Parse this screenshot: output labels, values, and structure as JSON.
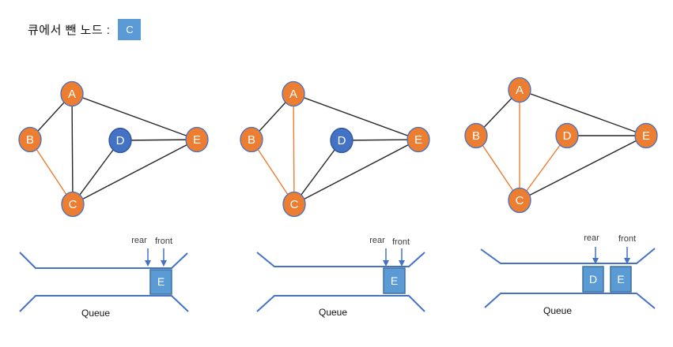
{
  "title": {
    "label": "큐에서 뺀 노드 :",
    "dequeued_node": "C"
  },
  "palette": {
    "node_orange": "#ED7D31",
    "node_blue": "#4472C4",
    "node_stroke_orange": "#4472C4",
    "node_stroke_blue": "#2F5597",
    "edge_black": "#262626",
    "edge_orange": "#ED7D31",
    "queue_line_blue": "#4472C4",
    "queue_box_fill": "#5B9BD5",
    "queue_box_stroke": "#41719C",
    "title_box_fill": "#5B9BD5"
  },
  "graphs": [
    {
      "name": "step-1",
      "nodes": [
        {
          "id": "A",
          "color": "#ED7D31",
          "stroke": "#4472C4"
        },
        {
          "id": "B",
          "color": "#ED7D31",
          "stroke": "#4472C4"
        },
        {
          "id": "C",
          "color": "#ED7D31",
          "stroke": "#4472C4"
        },
        {
          "id": "D",
          "color": "#4472C4",
          "stroke": "#2F5597"
        },
        {
          "id": "E",
          "color": "#ED7D31",
          "stroke": "#4472C4"
        }
      ],
      "edges": [
        {
          "from": "A",
          "to": "B",
          "color": "#262626"
        },
        {
          "from": "A",
          "to": "C",
          "color": "#262626"
        },
        {
          "from": "A",
          "to": "E",
          "color": "#262626"
        },
        {
          "from": "B",
          "to": "C",
          "color": "#ED7D31"
        },
        {
          "from": "C",
          "to": "D",
          "color": "#262626"
        },
        {
          "from": "C",
          "to": "E",
          "color": "#262626"
        },
        {
          "from": "D",
          "to": "E",
          "color": "#262626"
        }
      ]
    },
    {
      "name": "step-2",
      "nodes": [
        {
          "id": "A",
          "color": "#ED7D31",
          "stroke": "#4472C4"
        },
        {
          "id": "B",
          "color": "#ED7D31",
          "stroke": "#4472C4"
        },
        {
          "id": "C",
          "color": "#ED7D31",
          "stroke": "#4472C4"
        },
        {
          "id": "D",
          "color": "#4472C4",
          "stroke": "#2F5597"
        },
        {
          "id": "E",
          "color": "#ED7D31",
          "stroke": "#4472C4"
        }
      ],
      "edges": [
        {
          "from": "A",
          "to": "B",
          "color": "#262626"
        },
        {
          "from": "A",
          "to": "C",
          "color": "#ED7D31"
        },
        {
          "from": "A",
          "to": "E",
          "color": "#262626"
        },
        {
          "from": "B",
          "to": "C",
          "color": "#ED7D31"
        },
        {
          "from": "C",
          "to": "D",
          "color": "#262626"
        },
        {
          "from": "C",
          "to": "E",
          "color": "#262626"
        },
        {
          "from": "D",
          "to": "E",
          "color": "#262626"
        }
      ]
    },
    {
      "name": "step-3",
      "nodes": [
        {
          "id": "A",
          "color": "#ED7D31",
          "stroke": "#4472C4"
        },
        {
          "id": "B",
          "color": "#ED7D31",
          "stroke": "#4472C4"
        },
        {
          "id": "C",
          "color": "#ED7D31",
          "stroke": "#4472C4"
        },
        {
          "id": "D",
          "color": "#ED7D31",
          "stroke": "#4472C4"
        },
        {
          "id": "E",
          "color": "#ED7D31",
          "stroke": "#4472C4"
        }
      ],
      "edges": [
        {
          "from": "A",
          "to": "B",
          "color": "#262626"
        },
        {
          "from": "A",
          "to": "C",
          "color": "#ED7D31"
        },
        {
          "from": "A",
          "to": "E",
          "color": "#262626"
        },
        {
          "from": "B",
          "to": "C",
          "color": "#ED7D31"
        },
        {
          "from": "C",
          "to": "D",
          "color": "#ED7D31"
        },
        {
          "from": "C",
          "to": "E",
          "color": "#262626"
        },
        {
          "from": "D",
          "to": "E",
          "color": "#262626"
        }
      ]
    }
  ],
  "queues": [
    {
      "rear_label": "rear",
      "front_label": "front",
      "items": [
        "E"
      ],
      "caption": "Queue"
    },
    {
      "rear_label": "rear",
      "front_label": "front",
      "items": [
        "E"
      ],
      "caption": "Queue"
    },
    {
      "rear_label": "rear",
      "front_label": "front",
      "items": [
        "D",
        "E"
      ],
      "caption": "Queue"
    }
  ]
}
